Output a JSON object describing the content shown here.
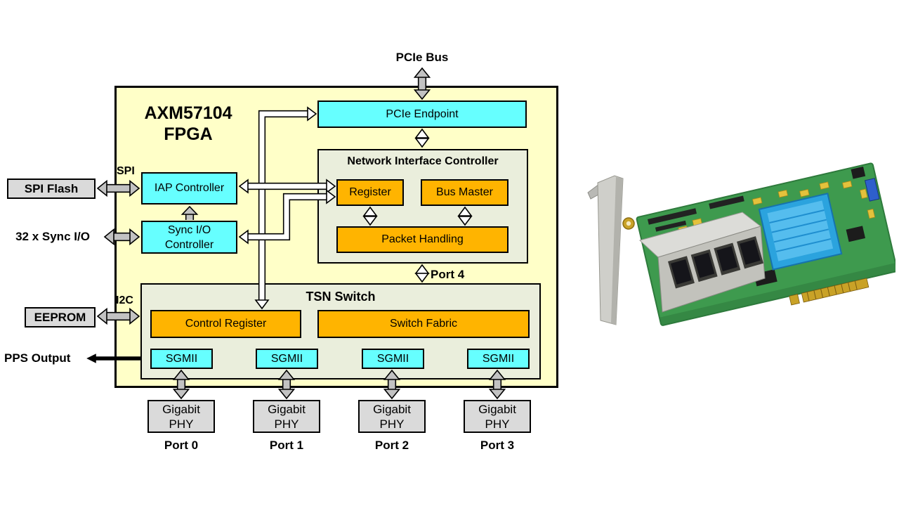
{
  "colors": {
    "fpga_yellow": "#FFFFC8",
    "panel_green": "#EAEEDC",
    "cyan": "#66FFFF",
    "orange": "#FFB400",
    "gray_box": "#DADADA",
    "arrow_gray": "#C2C2C2",
    "board_green": "#3E9A4E",
    "heatsink_blue": "#2BA3DE"
  },
  "diagram": {
    "fpga_title_line1": "AXM57104",
    "fpga_title_line2": "FPGA",
    "pcie_bus_label": "PCIe Bus",
    "pcie_endpoint": "PCIe Endpoint",
    "nic_title": "Network Interface Controller",
    "register": "Register",
    "bus_master": "Bus Master",
    "packet_handling": "Packet Handling",
    "iap_controller": "IAP Controller",
    "sync_io_controller": {
      "line1": "Sync I/O",
      "line2": "Controller"
    },
    "spi_bus_label": "SPI",
    "i2c_bus_label": "I2C",
    "port4_label": "Port 4",
    "tsn_title": "TSN Switch",
    "control_register": "Control Register",
    "switch_fabric": "Switch Fabric",
    "sgmii": [
      "SGMII",
      "SGMII",
      "SGMII",
      "SGMII"
    ],
    "external": {
      "spi_flash": "SPI Flash",
      "sync_io": "32 x Sync I/O",
      "eeprom": "EEPROM",
      "pps_output": "PPS Output"
    },
    "phys": [
      {
        "line1": "Gigabit",
        "line2": "PHY",
        "port": "Port 0"
      },
      {
        "line1": "Gigabit",
        "line2": "PHY",
        "port": "Port 1"
      },
      {
        "line1": "Gigabit",
        "line2": "PHY",
        "port": "Port 2"
      },
      {
        "line1": "Gigabit",
        "line2": "PHY",
        "port": "Port 3"
      }
    ]
  }
}
